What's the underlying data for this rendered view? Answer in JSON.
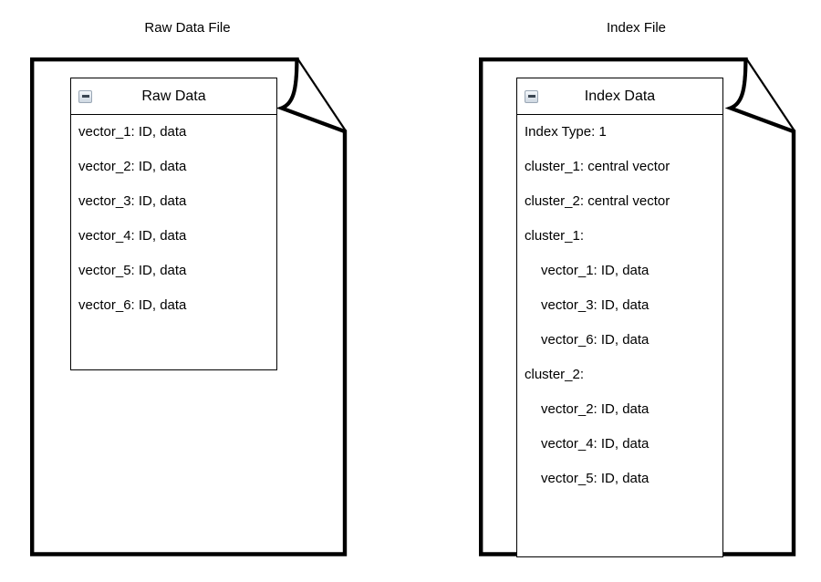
{
  "diagram": {
    "type": "two-document-comparison",
    "documents": [
      {
        "id": "raw-data-file",
        "caption": "Raw Data File",
        "table": {
          "header": {
            "title": "Raw Data",
            "collapse_icon": "minus-square-icon"
          },
          "rows": [
            {
              "text": "vector_1: ID, data",
              "indent": false
            },
            {
              "text": "vector_2: ID, data",
              "indent": false
            },
            {
              "text": "vector_3: ID, data",
              "indent": false
            },
            {
              "text": "vector_4: ID, data",
              "indent": false
            },
            {
              "text": "vector_5: ID, data",
              "indent": false
            },
            {
              "text": "vector_6: ID, data",
              "indent": false
            }
          ]
        }
      },
      {
        "id": "index-file",
        "caption": "Index File",
        "table": {
          "header": {
            "title": "Index Data",
            "collapse_icon": "minus-square-icon"
          },
          "rows": [
            {
              "text": "Index Type: 1",
              "indent": false
            },
            {
              "text": "cluster_1: central vector",
              "indent": false
            },
            {
              "text": "cluster_2: central vector",
              "indent": false
            },
            {
              "text": "cluster_1:",
              "indent": false
            },
            {
              "text": "vector_1: ID, data",
              "indent": true
            },
            {
              "text": "vector_3: ID, data",
              "indent": true
            },
            {
              "text": "vector_6: ID, data",
              "indent": true
            },
            {
              "text": "cluster_2:",
              "indent": false
            },
            {
              "text": "vector_2: ID, data",
              "indent": true
            },
            {
              "text": "vector_4: ID, data",
              "indent": true
            },
            {
              "text": "vector_5: ID, data",
              "indent": true
            }
          ]
        }
      }
    ],
    "colors": {
      "stroke": "#000000",
      "background": "#ffffff",
      "icon_border": "#9aa7b5",
      "icon_fill": "#dde4ec",
      "icon_glyph": "#3a4551"
    }
  }
}
